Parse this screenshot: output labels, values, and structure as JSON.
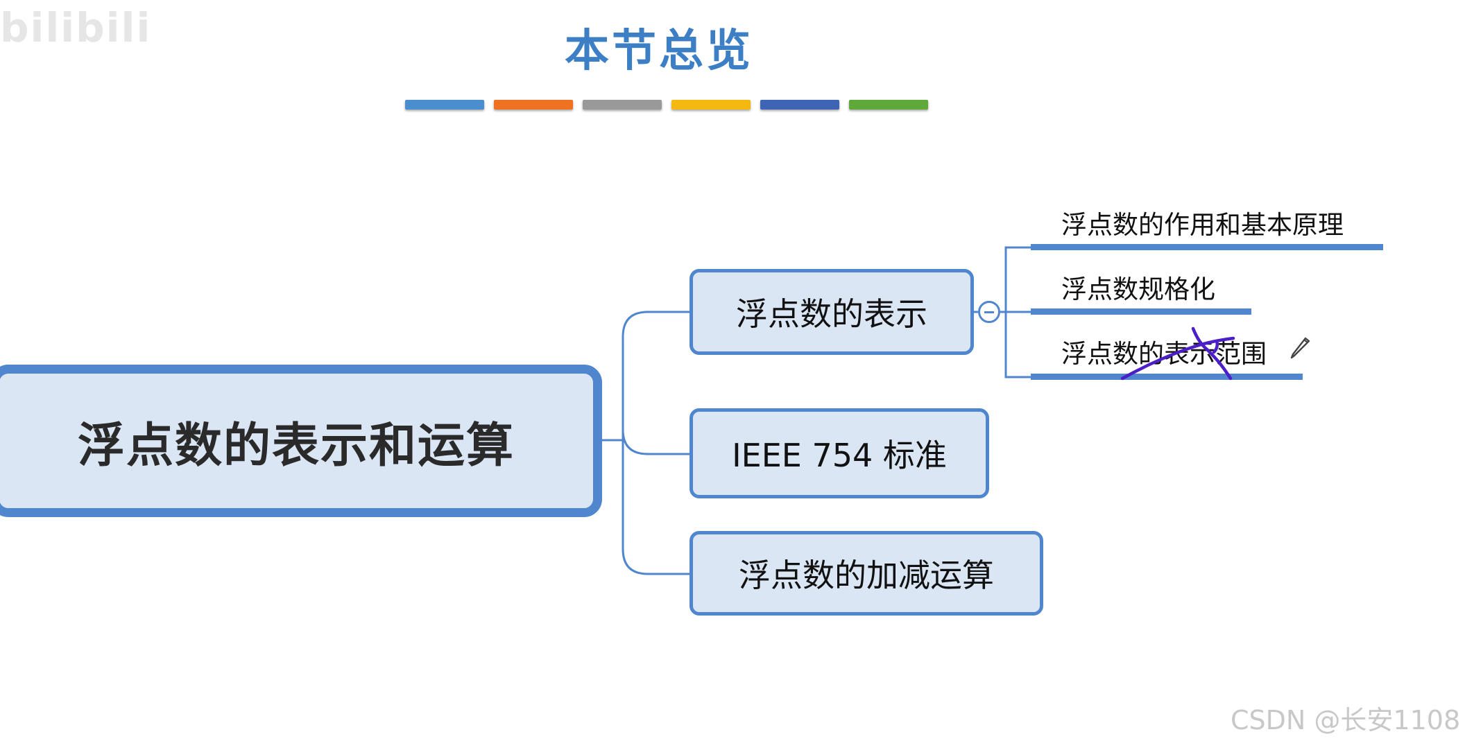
{
  "watermark": {
    "logo": "bilibili",
    "credit": "CSDN @长安1108"
  },
  "header": {
    "title": "本节总览",
    "color_bars": [
      "#4a8ed0",
      "#ef7223",
      "#999999",
      "#f5b80e",
      "#3e64b5",
      "#5fa83a"
    ]
  },
  "mindmap": {
    "root": {
      "label": "浮点数的表示和运算"
    },
    "branches": [
      {
        "label": "浮点数的表示",
        "children": [
          {
            "label": "浮点数的作用和基本原理"
          },
          {
            "label": "浮点数规格化"
          },
          {
            "label": "浮点数的表示范围"
          }
        ]
      },
      {
        "label": "IEEE 754 标准"
      },
      {
        "label": "浮点数的加减运算"
      }
    ]
  },
  "icons": {
    "collapse": "minus-circle-icon",
    "edit": "pencil-icon"
  },
  "colors": {
    "accent": "#4f86cd",
    "node_fill": "#dbe6f4",
    "ink": "#4b1ec8",
    "title": "#3d7fc4"
  }
}
